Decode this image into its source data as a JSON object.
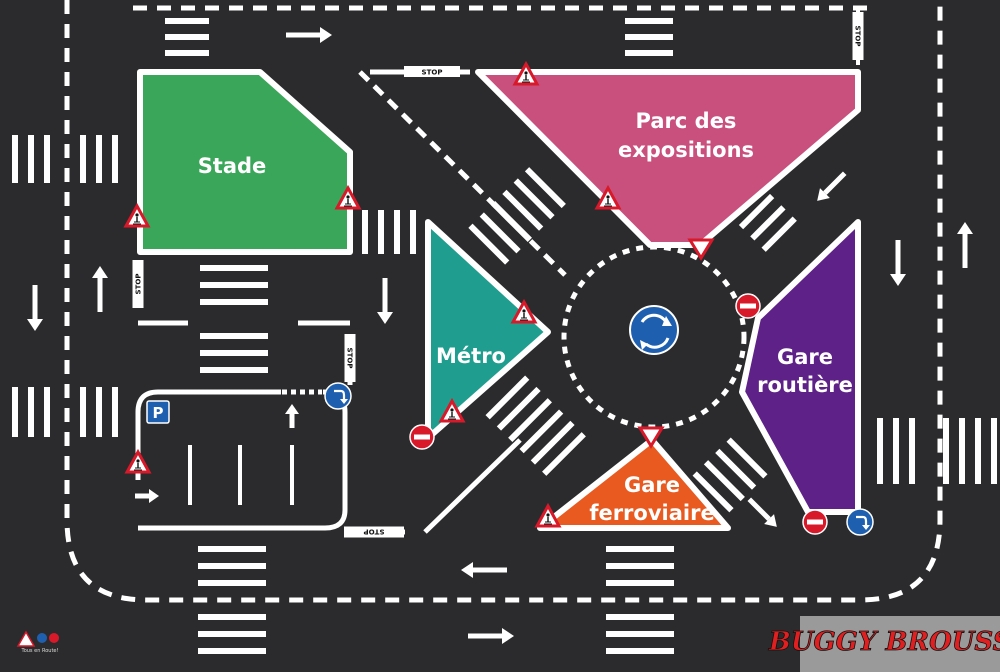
{
  "zones": {
    "stade": "Stade",
    "parc_line1": "Parc des",
    "parc_line2": "expositions",
    "metro": "Métro",
    "gare_routiere_line1": "Gare",
    "gare_routiere_line2": "routière",
    "gare_ferroviaire_line1": "Gare",
    "gare_ferroviaire_line2": "ferroviaire"
  },
  "colors": {
    "asphalt": "#2b2b2d",
    "stade": "#3aa65a",
    "parc": "#c9507d",
    "metro": "#1f9e8f",
    "gare_routiere": "#5e2188",
    "gare_ferroviaire": "#e85a1f",
    "sign_blue": "#1f5fb0",
    "sign_red": "#d7192a"
  },
  "signs": {
    "stop": "STOP",
    "parking": "P"
  },
  "brand": {
    "logo": "BUGGY BROUSSE",
    "small_logo": "Tous en Route!"
  }
}
